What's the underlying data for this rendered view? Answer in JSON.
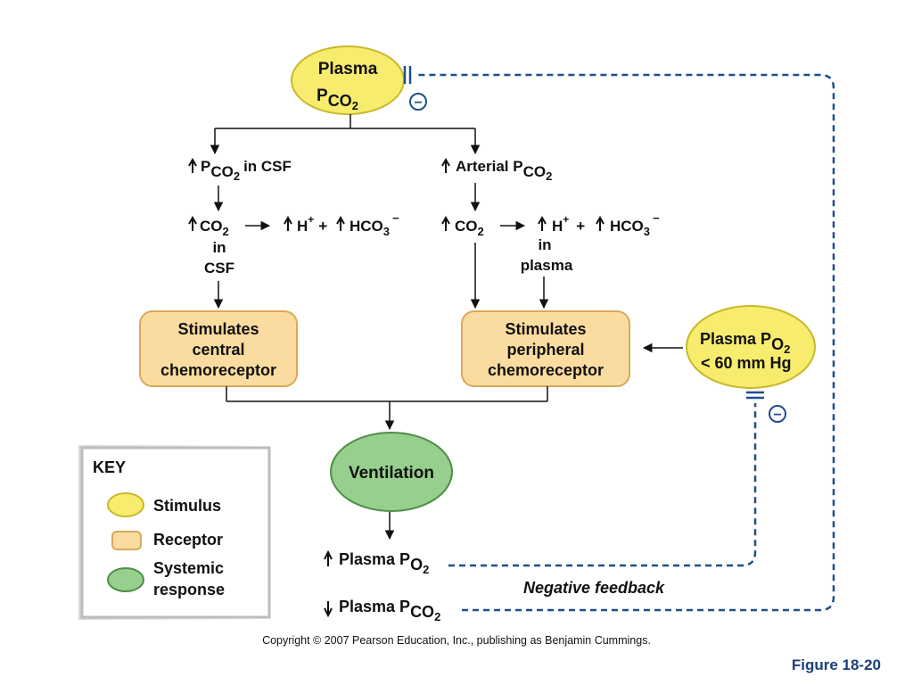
{
  "nodes": {
    "plasma_pco2_stimulus": {
      "line1": "Plasma",
      "p": "P",
      "sub": "CO",
      "subsub": "2"
    },
    "pco2_in_csf": {
      "p": "P",
      "sub": "CO",
      "subsub": "2",
      "text": "in CSF"
    },
    "arterial_pco2": {
      "text": "Arterial P",
      "sub": "CO",
      "subsub": "2"
    },
    "csf_reaction": {
      "co2": "CO",
      "co2_sub": "2",
      "h": "H",
      "h_sup": "+",
      "plus": "+",
      "hco3": "HCO",
      "hco3_sub": "3",
      "hco3_sup": "−",
      "in": "in",
      "where": "CSF"
    },
    "plasma_reaction": {
      "co2": "CO",
      "co2_sub": "2",
      "h": "H",
      "h_sup": "+",
      "plus": "+",
      "hco3": "HCO",
      "hco3_sub": "3",
      "hco3_sup": "−",
      "in": "in",
      "where": "plasma"
    },
    "central_chemoreceptor": {
      "line1": "Stimulates",
      "line2": "central",
      "line3": "chemoreceptor"
    },
    "peripheral_chemoreceptor": {
      "line1": "Stimulates",
      "line2": "peripheral",
      "line3": "chemoreceptor"
    },
    "plasma_po2_stimulus": {
      "line1_text": "Plasma  P",
      "sub": "O",
      "subsub": "2",
      "line2": "< 60 mm Hg"
    },
    "ventilation": {
      "label": "Ventilation"
    },
    "plasma_po2_result": {
      "text": "Plasma  P",
      "sub": "O",
      "subsub": "2"
    },
    "plasma_pco2_result": {
      "text": "Plasma  P",
      "sub": "CO",
      "subsub": "2"
    }
  },
  "feedback_label": "Negative feedback",
  "inhibit_symbol": "−",
  "key": {
    "title": "KEY",
    "items": [
      {
        "label": "Stimulus"
      },
      {
        "label": "Receptor"
      },
      {
        "label_line1": "Systemic",
        "label_line2": "response"
      }
    ]
  },
  "colors": {
    "stimulus_fill": "#f7ec6e",
    "stimulus_stroke": "#c9b82a",
    "receptor_fill": "#fbdca0",
    "receptor_stroke": "#d9a95a",
    "response_fill": "#97cf8c",
    "response_stroke": "#4e8e47",
    "feedback_line": "#1f4e8c",
    "figure_label": "#1a3f7a"
  },
  "copyright": "Copyright © 2007 Pearson Education, Inc., publishing as Benjamin Cummings.",
  "figure_label": "Figure 18-20"
}
